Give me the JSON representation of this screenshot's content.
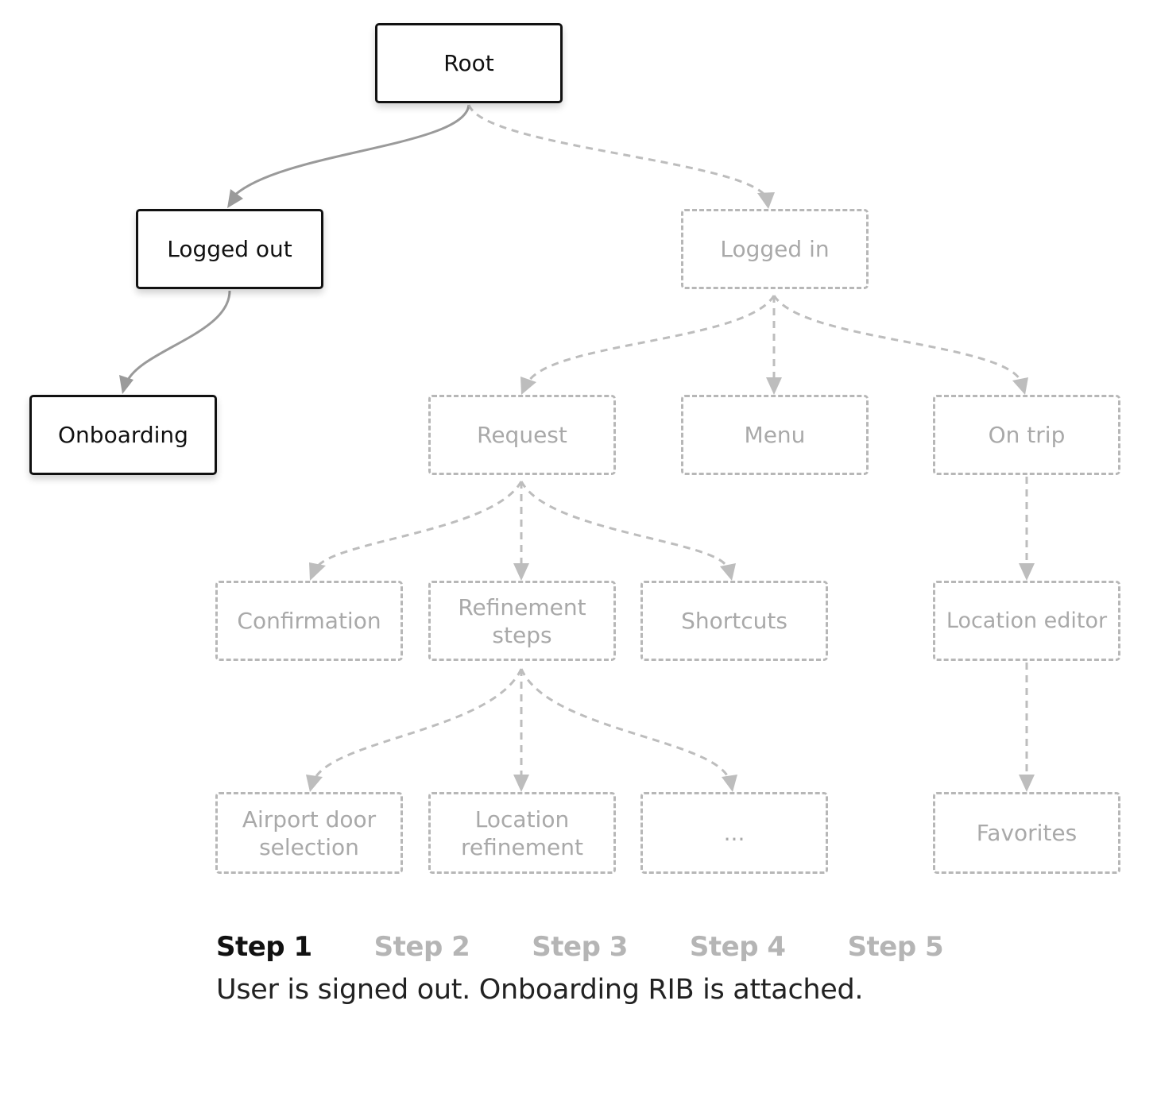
{
  "colors": {
    "active_border": "#111111",
    "active_text": "#111111",
    "inactive": "#b7b7b7",
    "active_edge": "#9a9a9a"
  },
  "nodes": {
    "root": "Root",
    "logged_out": "Logged out",
    "onboarding": "Onboarding",
    "logged_in": "Logged in",
    "request": "Request",
    "menu": "Menu",
    "on_trip": "On trip",
    "confirmation": "Confirmation",
    "refinement_steps": "Refinement\nsteps",
    "shortcuts": "Shortcuts",
    "location_editor": "Location editor",
    "airport_door_selection": "Airport door\nselection",
    "location_refinement": "Location\nrefinement",
    "ellipsis": "...",
    "favorites": "Favorites"
  },
  "steps": [
    "Step 1",
    "Step 2",
    "Step 3",
    "Step 4",
    "Step 5"
  ],
  "current_step": 1,
  "caption": "User is signed out. Onboarding RIB is attached."
}
